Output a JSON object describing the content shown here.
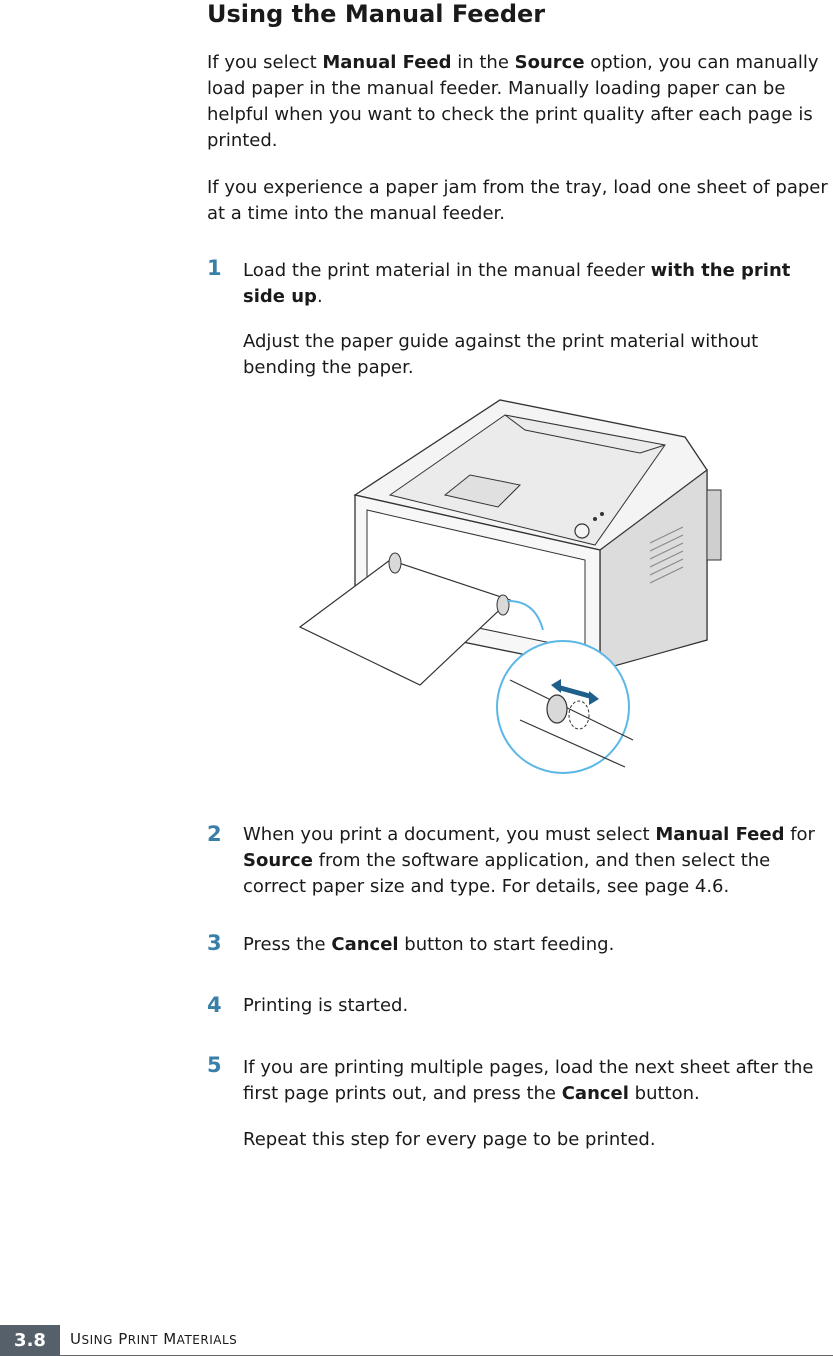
{
  "title": "Using the Manual Feeder",
  "intro": [
    {
      "parts": [
        {
          "t": "If you select "
        },
        {
          "t": "Manual Feed",
          "b": true
        },
        {
          "t": " in the "
        },
        {
          "t": "Source",
          "b": true
        },
        {
          "t": " option, you can manually load paper in the manual feeder. Manually loading paper can be helpful when you want to check the print quality after each page is printed."
        }
      ]
    },
    {
      "parts": [
        {
          "t": "If you experience a paper jam from the tray, load one sheet of paper at a time into the manual feeder."
        }
      ]
    }
  ],
  "steps": [
    {
      "num": "1",
      "paras": [
        [
          {
            "t": "Load the print material in the manual feeder "
          },
          {
            "t": "with the print side up",
            "b": true
          },
          {
            "t": "."
          }
        ],
        [
          {
            "t": "Adjust the paper guide against the print material without bending the paper."
          }
        ]
      ]
    },
    {
      "num": "2",
      "paras": [
        [
          {
            "t": "When you print a document, you must select "
          },
          {
            "t": "Manual Feed",
            "b": true
          },
          {
            "t": " for "
          },
          {
            "t": "Source",
            "b": true
          },
          {
            "t": " from the software application, and then select the correct paper size and type. For details, see page 4.6."
          }
        ]
      ]
    },
    {
      "num": "3",
      "paras": [
        [
          {
            "t": "Press the "
          },
          {
            "t": "Cancel",
            "b": true
          },
          {
            "t": " button to start feeding."
          }
        ]
      ]
    },
    {
      "num": "4",
      "paras": [
        [
          {
            "t": "Printing is started."
          }
        ]
      ]
    },
    {
      "num": "5",
      "paras": [
        [
          {
            "t": "If you are printing multiple pages, load the next sheet after the first page prints out, and press the "
          },
          {
            "t": "Cancel",
            "b": true
          },
          {
            "t": " button."
          }
        ],
        [
          {
            "t": "Repeat this step for every page to be printed."
          }
        ]
      ]
    }
  ],
  "figure": {
    "icon": "printer-manual-feed-illustration",
    "colors": {
      "outline": "#333333",
      "body": "#f4f4f4",
      "shade": "#d9d9d9",
      "callout": "#5bb8e6",
      "arrow": "#1f5f8c"
    }
  },
  "footer": {
    "page_number": "3.8",
    "chapter_title": "Using Print Materials",
    "colors": {
      "badge": "#55606a"
    }
  }
}
